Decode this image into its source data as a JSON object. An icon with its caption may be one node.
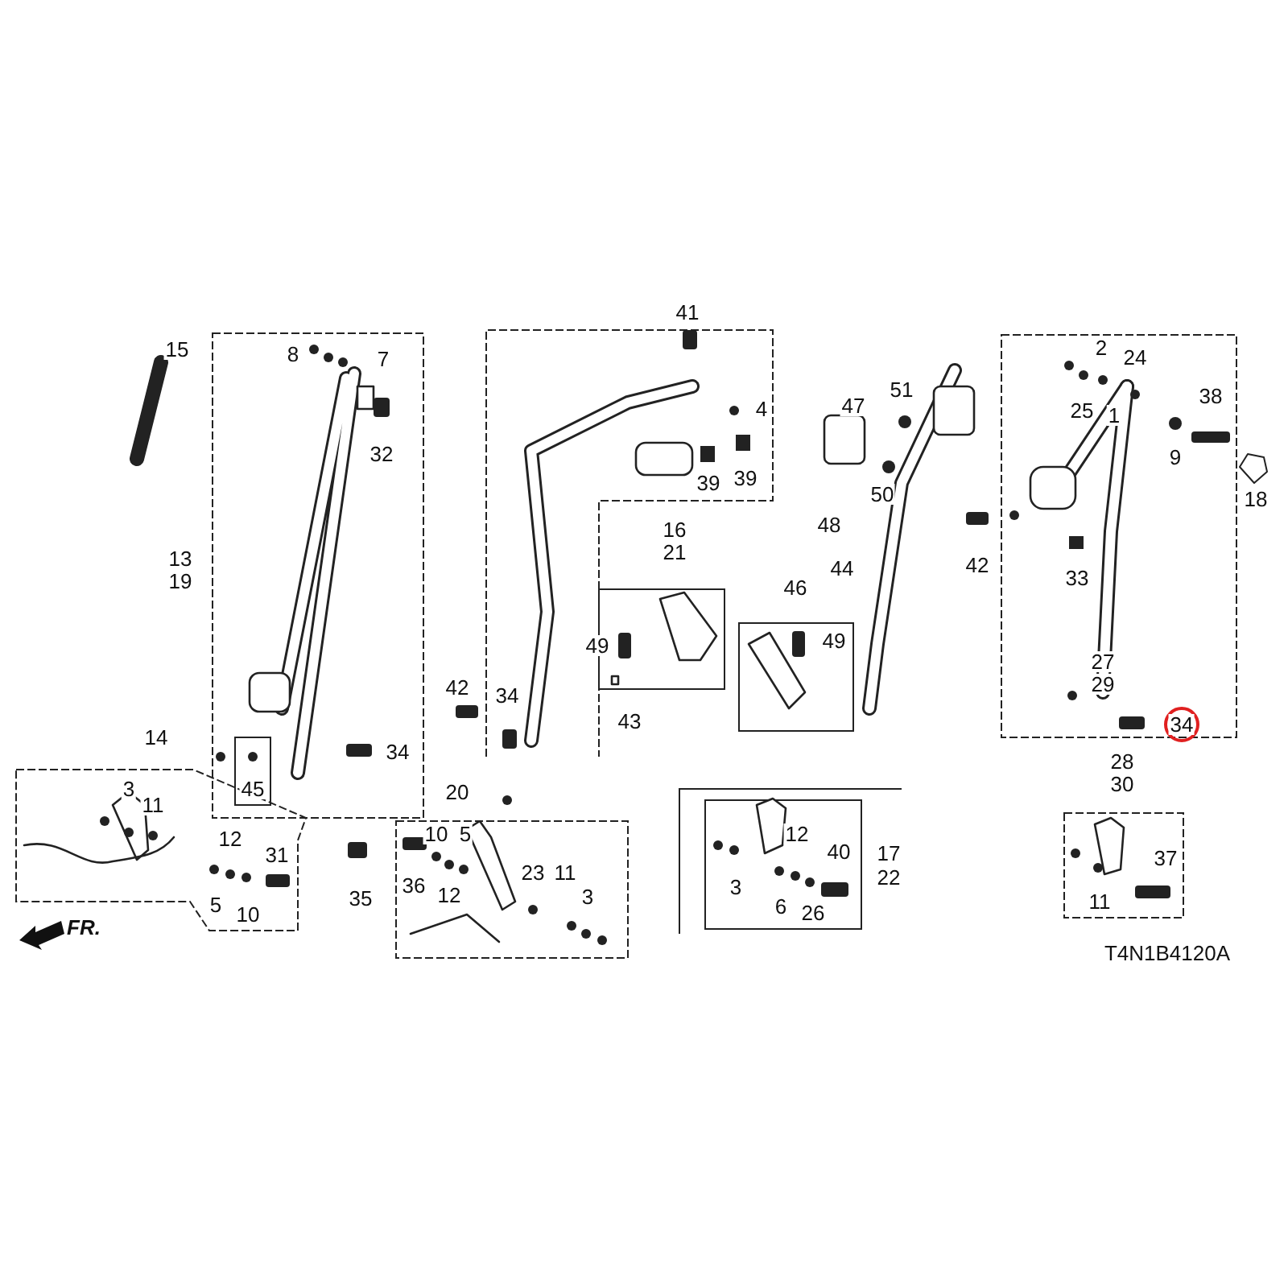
{
  "diagram": {
    "labels": [
      "15",
      "8",
      "7",
      "41",
      "2",
      "24",
      "51",
      "32",
      "4",
      "25",
      "1",
      "38",
      "47",
      "39",
      "39",
      "9",
      "18",
      "50",
      "48",
      "16",
      "21",
      "42",
      "13",
      "19",
      "44",
      "33",
      "46",
      "49",
      "49",
      "27",
      "29",
      "42",
      "34",
      "43",
      "34",
      "14",
      "34",
      "45",
      "20",
      "28",
      "30",
      "3",
      "11",
      "10",
      "5",
      "17",
      "22",
      "12",
      "31",
      "12",
      "40",
      "23",
      "11",
      "36",
      "3",
      "12",
      "37",
      "3",
      "6",
      "26",
      "5",
      "10",
      "35",
      "11",
      "FR.",
      "T4N1B4120A"
    ]
  }
}
